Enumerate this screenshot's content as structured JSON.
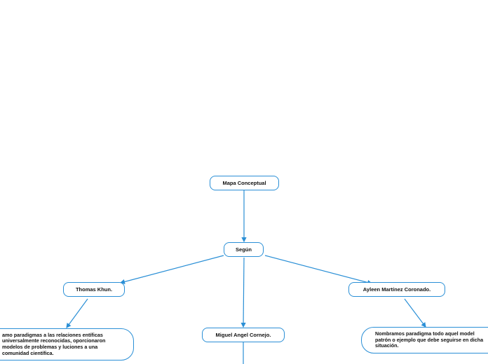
{
  "colors": {
    "line": "#2a8fd6",
    "node_border": "#2a8fd6",
    "text": "#111111"
  },
  "nodes": {
    "root": "Mapa Conceptual",
    "segun": "Según",
    "kuhn": "Thomas Khun.",
    "cornejo": "Miguel Angel Cornejo.",
    "coronado": "Ayleen Martínez Coronado.",
    "kuhn_def": "amo paradigmas a las relaciones entíficas universalmente reconocidas, oporcionaron modelos de problemas y luciones a una comunidad científica.",
    "coronado_def": "Nombramos paradigma todo aquel model patrón o ejemplo que debe seguirse en dicha situación."
  }
}
